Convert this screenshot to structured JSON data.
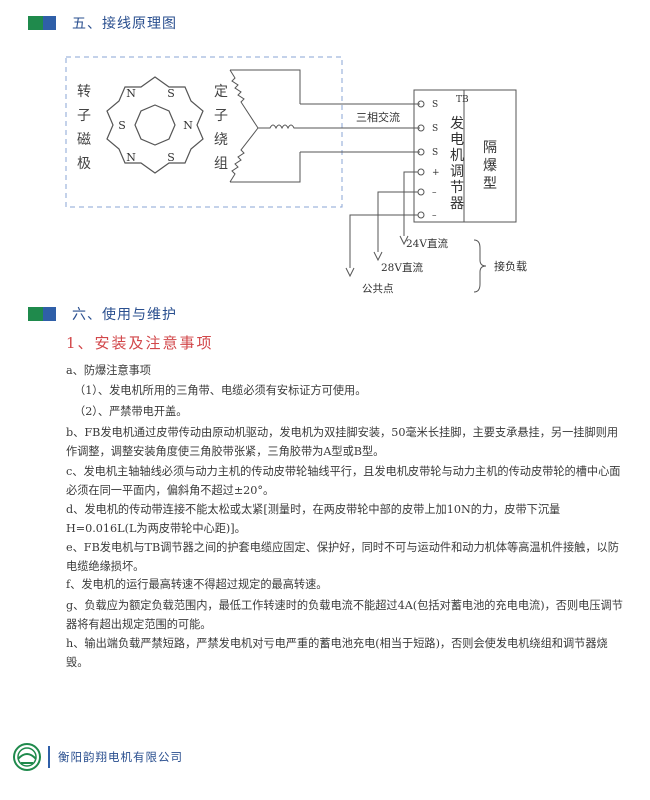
{
  "section5": {
    "title": "五、接线原理图"
  },
  "diagram": {
    "rotor_label": [
      "转",
      "子",
      "磁",
      "极"
    ],
    "stator_label": [
      "定",
      "子",
      "绕",
      "组"
    ],
    "pole_n": "N",
    "pole_s": "S",
    "three_phase": "三相交流",
    "terminals": [
      "S",
      "S",
      "S",
      "+",
      "–",
      "–"
    ],
    "tb": "TB",
    "regulator": [
      "发",
      "电",
      "机",
      "调",
      "节",
      "器"
    ],
    "explosion_proof": [
      "隔",
      "爆",
      "型"
    ],
    "dc24": "24V直流",
    "dc28": "28V直流",
    "common": "公共点",
    "load": "接负载"
  },
  "section6": {
    "title": "六、使用与维护"
  },
  "subsection1": {
    "title": "1、安装及注意事项"
  },
  "items": [
    "a、防爆注意事项",
    "（1）、发电机所用的三角带、电缆必须有安标证方可使用。",
    "（2）、严禁带电开盖。",
    "b、FB发电机通过皮带传动由原动机驱动，发电机为双挂脚安装，50毫米长挂脚，主要支承悬挂，另一挂脚则用作调整，调整安装角度使三角胶带张紧，三角胶带为A型或B型。",
    "c、发电机主轴轴线必须与动力主机的传动皮带轮轴线平行，且发电机皮带轮与动力主机的传动皮带轮的槽中心面必须在同一平面内，偏斜角不超过±20°。",
    "d、发电机的传动带连接不能太松或太紧[测量时，在两皮带轮中部的皮带上加10N的力，皮带下沉量H=0.016L(L为两皮带轮中心距)]。",
    "e、FB发电机与TB调节器之间的护套电缆应固定、保护好，同时不可与运动件和动力机体等高温机件接触，以防电缆绝缘损坏。",
    "f、发电机的运行最高转速不得超过规定的最高转速。",
    "g、负载应为额定负载范围内，最低工作转速时的负载电流不能超过4A(包括对蓄电池的充电电流)，否则电压调节器将有超出规定范围的可能。",
    "h、输出端负载严禁短路，严禁发电机对亏电严重的蓄电池充电(相当于短路)，否则会使发电机绕组和调节器烧毁。"
  ],
  "footer": {
    "company": "衡阳韵翔电机有限公司"
  },
  "colors": {
    "green": "#1f8a4c",
    "blue": "#2f5fa8",
    "red": "#d2474a",
    "dash": "#8aa4d6"
  }
}
